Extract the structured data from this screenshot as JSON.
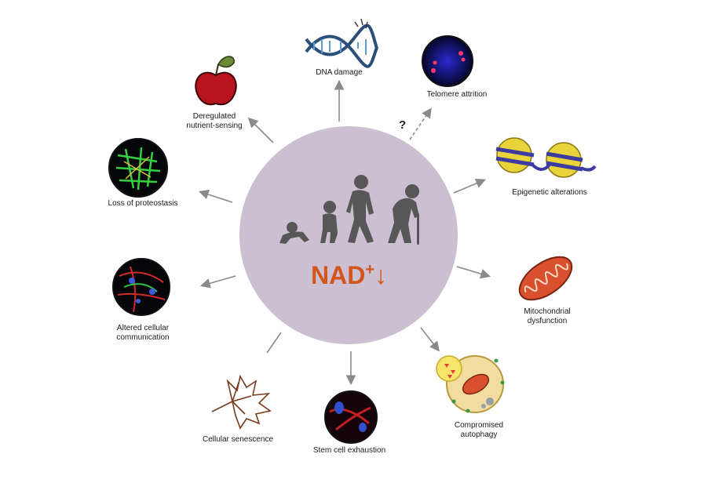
{
  "center": {
    "label": "NAD",
    "superscript": "+",
    "arrow": "↓"
  },
  "hallmarks": [
    {
      "id": "dna",
      "lines": [
        "DNA damage"
      ]
    },
    {
      "id": "telomere",
      "lines": [
        "Telomere attrition"
      ]
    },
    {
      "id": "epigenetic",
      "lines": [
        "Epigenetic alterations"
      ]
    },
    {
      "id": "mito",
      "lines": [
        "Mitochondrial",
        "dysfunction"
      ]
    },
    {
      "id": "autophagy",
      "lines": [
        "Compromised",
        "autophagy"
      ]
    },
    {
      "id": "stemcell",
      "lines": [
        "Stem cell exhaustion"
      ]
    },
    {
      "id": "senescence",
      "lines": [
        "Cellular senescence"
      ]
    },
    {
      "id": "communication",
      "lines": [
        "Altered cellular",
        "communication"
      ]
    },
    {
      "id": "proteostasis",
      "lines": [
        "Loss of proteostasis"
      ]
    },
    {
      "id": "nutrient",
      "lines": [
        "Deregulated",
        "nutrient-sensing"
      ]
    }
  ],
  "uncertain_marker": "?",
  "colors": {
    "circle": "#cbbfd1",
    "accent": "#d2561b",
    "arrow": "#8a8a8a"
  }
}
